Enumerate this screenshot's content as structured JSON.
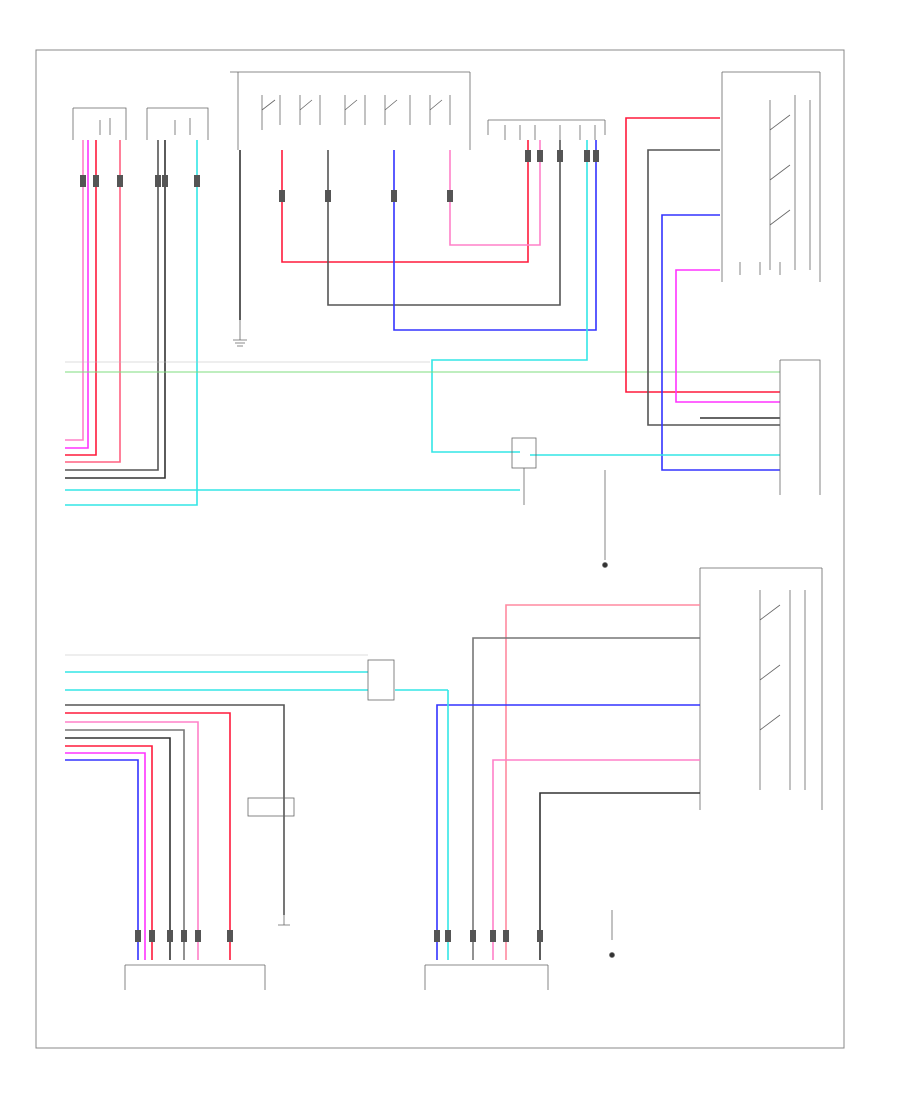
{
  "diagram": {
    "footer_code": "",
    "components": [
      {
        "key": "lh_mirror_unit",
        "label": ""
      },
      {
        "key": "rh_mirror_unit",
        "label": ""
      },
      {
        "key": "driver_switch_top",
        "label": ""
      },
      {
        "key": "front_switch_center",
        "label": ""
      },
      {
        "key": "rf_switch_box",
        "label": ""
      },
      {
        "key": "rf_lock_connector",
        "label": ""
      },
      {
        "key": "lf_window_unit",
        "label": ""
      },
      {
        "key": "rr_window_unit",
        "label": ""
      },
      {
        "key": "lr_window_switch",
        "label": ""
      }
    ]
  },
  "wire_colors": {
    "red": "#ff1a3c",
    "pink": "#ff80c8",
    "magenta": "#ff33ff",
    "blue": "#3333ff",
    "cyan": "#33e6e6",
    "green": "#7fdc7f",
    "gray": "#555555",
    "black": "#222222",
    "frame": "#888888"
  }
}
